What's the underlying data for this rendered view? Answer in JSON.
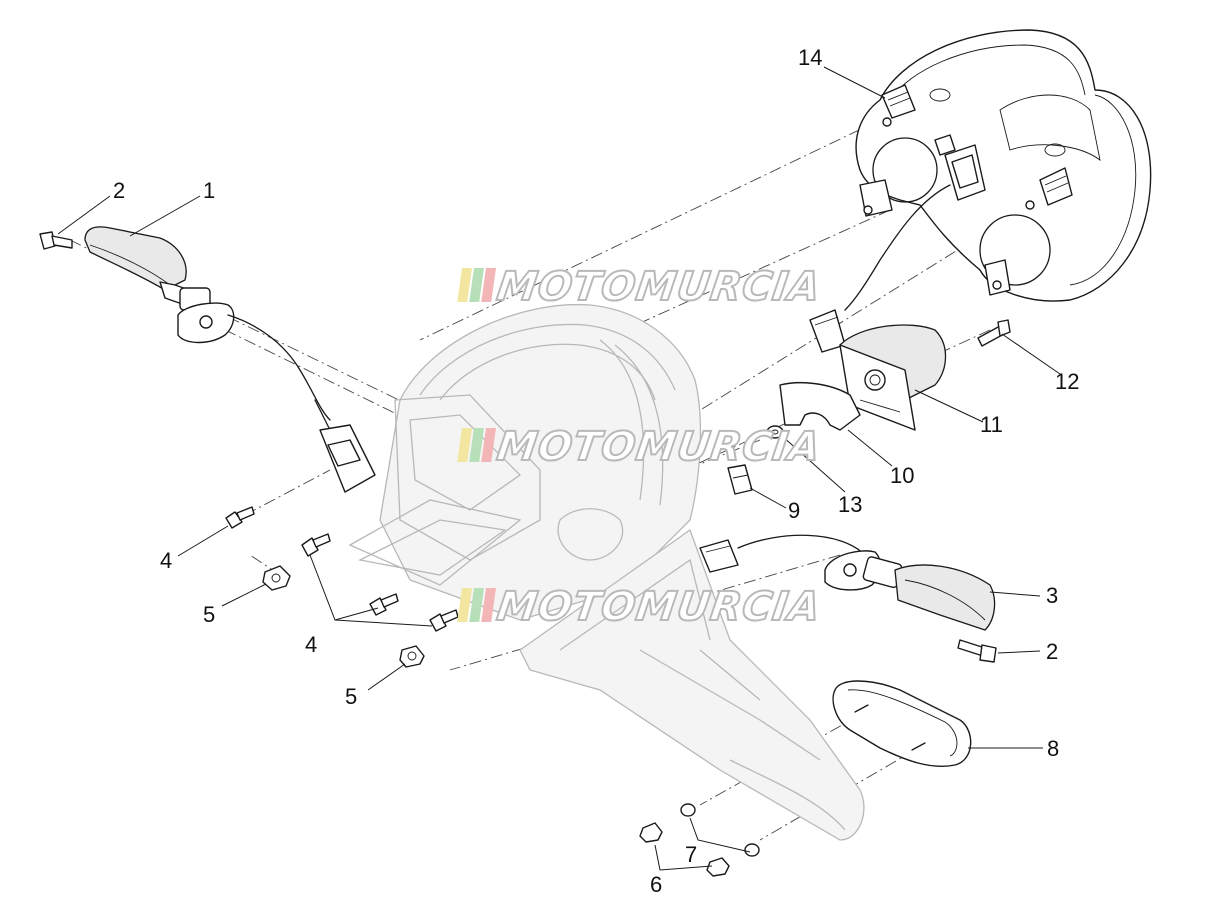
{
  "diagram": {
    "watermark": "MOTOMURCIA",
    "callouts": [
      "1",
      "2",
      "3",
      "4",
      "5",
      "6",
      "7",
      "8",
      "9",
      "10",
      "11",
      "12",
      "13",
      "14"
    ],
    "watermark_stripe_colors": [
      "#f3e6a0",
      "#b8e0b8",
      "#f2b6b6"
    ]
  }
}
